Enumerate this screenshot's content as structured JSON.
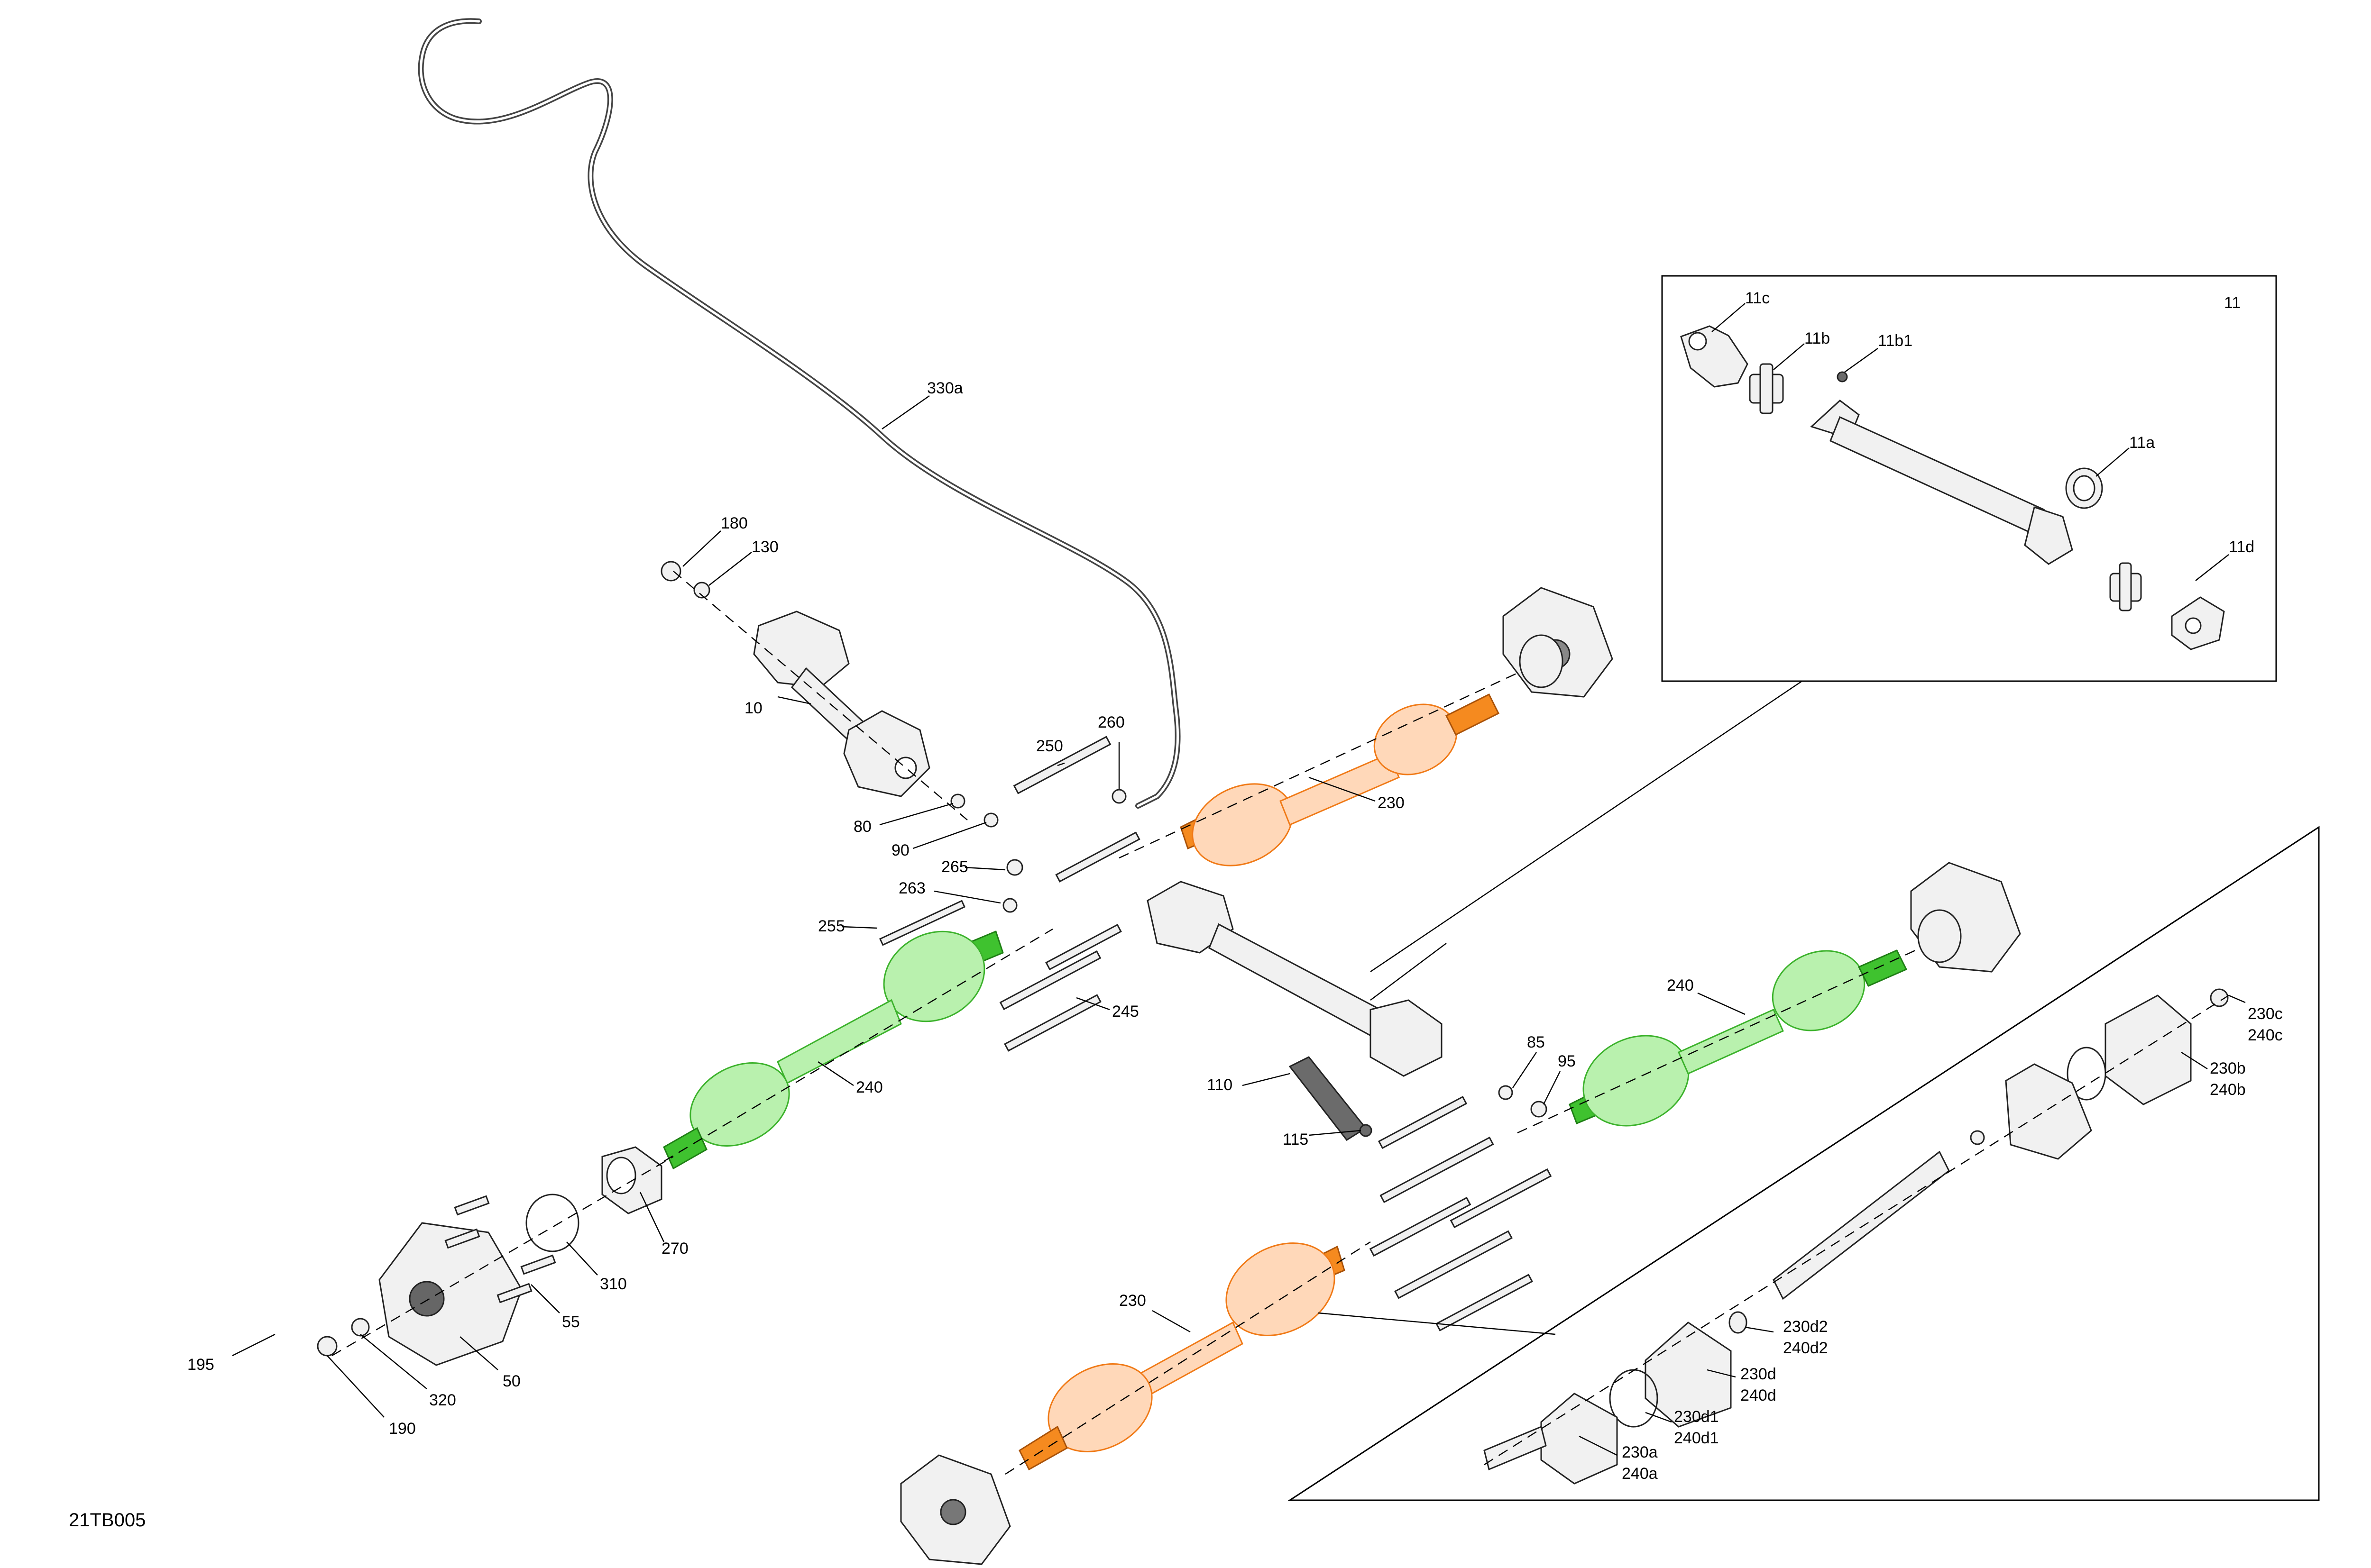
{
  "diagram_code": "21TB005",
  "inset_top": {
    "title": "11",
    "labels": [
      "11c",
      "11b",
      "11b1",
      "11a",
      "11d"
    ]
  },
  "callouts": {
    "l330a": "330a",
    "l180": "180",
    "l130": "130",
    "l10": "10",
    "l260": "260",
    "l250": "250",
    "l80": "80",
    "l90": "90",
    "l230_top": "230",
    "l265": "265",
    "l263": "263",
    "l255": "255",
    "l245": "245",
    "l240_left": "240",
    "l240_right": "240",
    "l85": "85",
    "l95": "95",
    "l110": "110",
    "l115": "115",
    "l270": "270",
    "l310": "310",
    "l55": "55",
    "l195": "195",
    "l320": "320",
    "l50": "50",
    "l190": "190",
    "l230_bottom": "230"
  },
  "inset_bottom": {
    "labels": [
      [
        "230c",
        "240c"
      ],
      [
        "230b",
        "240b"
      ],
      [
        "230d2",
        "240d2"
      ],
      [
        "230d",
        "240d"
      ],
      [
        "230d1",
        "240d1"
      ],
      [
        "230a",
        "240a"
      ]
    ]
  },
  "colors": {
    "front_left_shaft": "#3fc22f",
    "front_right_shaft": "#f58a1f",
    "line": "#000000"
  }
}
